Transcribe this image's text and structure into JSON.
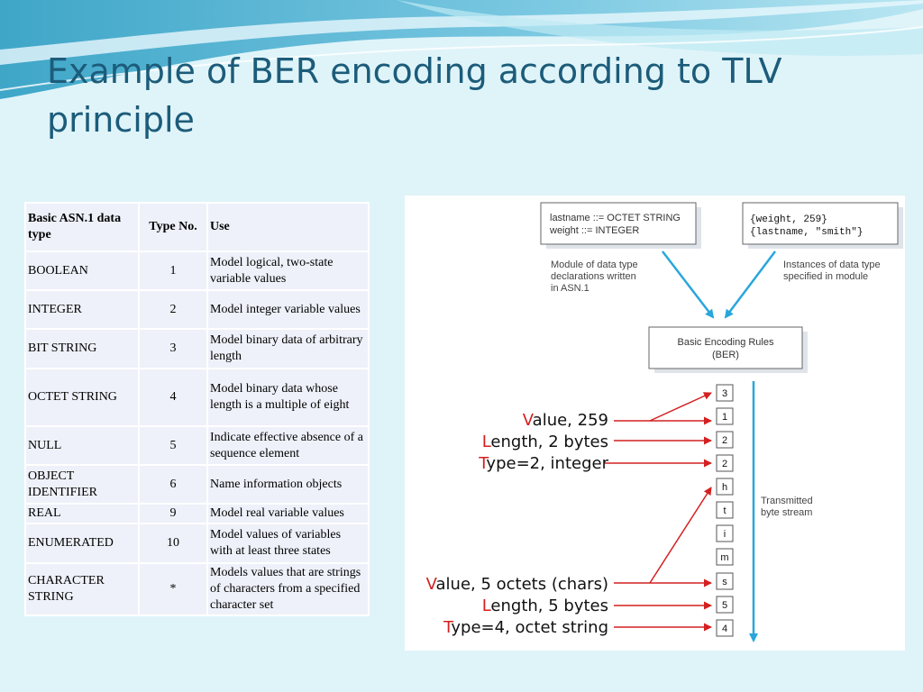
{
  "slide": {
    "title_line1": "Example of BER encoding according to TLV",
    "title_line2": "principle"
  },
  "table": {
    "headers": [
      "Basic ASN.1 data type",
      "Type No.",
      "Use"
    ],
    "rows": [
      [
        "BOOLEAN",
        "1",
        "Model logical, two-state variable values"
      ],
      [
        "INTEGER",
        "2",
        "Model integer variable values"
      ],
      [
        "BIT STRING",
        "3",
        "Model binary data of arbitrary length"
      ],
      [
        "OCTET STRING",
        "4",
        "Model binary data whose length is a multiple of eight"
      ],
      [
        "NULL",
        "5",
        "Indicate effective absence of a sequence element"
      ],
      [
        "OBJECT IDENTIFIER",
        "6",
        "Name information objects"
      ],
      [
        "REAL",
        "9",
        "Model real variable values"
      ],
      [
        "ENUMERATED",
        "10",
        "Model values of variables with at least three states"
      ],
      [
        "CHARACTER STRING",
        "*",
        "Models values that are strings of characters from a specified character set"
      ]
    ]
  },
  "diagram": {
    "module_box": {
      "line1": "lastname ::= OCTET STRING",
      "line2": "weight ::= INTEGER"
    },
    "instances_box": {
      "line1": "{weight, 259}",
      "line2": "{lastname, \"smith\"}"
    },
    "module_caption": [
      "Module of data type",
      "declarations written",
      "in ASN.1"
    ],
    "instances_caption": [
      "Instances of data type",
      "specified in module"
    ],
    "ber_box": {
      "line1": "Basic Encoding Rules",
      "line2": "(BER)"
    },
    "byte_stream": [
      "3",
      "1",
      "2",
      "2",
      "h",
      "t",
      "i",
      "m",
      "s",
      "5",
      "4"
    ],
    "stream_caption": [
      "Transmitted",
      "byte stream"
    ],
    "labels": [
      {
        "first": "V",
        "rest": "alue, 259"
      },
      {
        "first": "L",
        "rest": "ength, 2 bytes"
      },
      {
        "first": "T",
        "rest": "ype=2, integer"
      },
      {
        "first": "V",
        "rest": "alue, 5 octets (chars)"
      },
      {
        "first": "L",
        "rest": "ength, 5 bytes"
      },
      {
        "first": "T",
        "rest": "ype=4, octet string"
      }
    ],
    "colors": {
      "red_accent": "#d42020",
      "blue_arrow": "#29a6dc"
    }
  }
}
